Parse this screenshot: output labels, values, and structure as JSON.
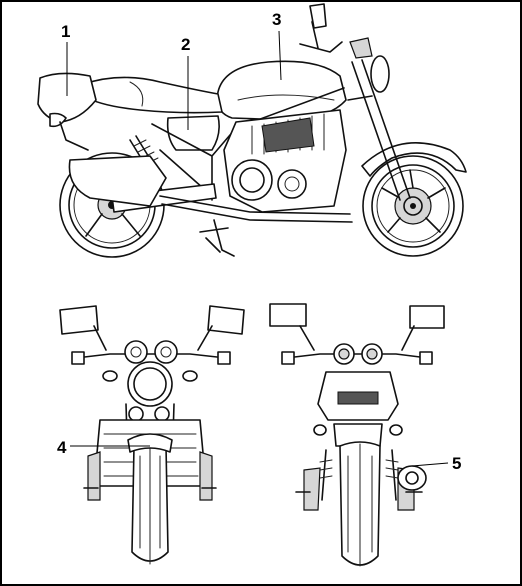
{
  "callouts": {
    "c1": "1",
    "c2": "2",
    "c3": "3",
    "c4": "4",
    "c5": "5"
  },
  "colors": {
    "line": "#111111",
    "background": "#ffffff",
    "shade": "#d6d6d6"
  }
}
